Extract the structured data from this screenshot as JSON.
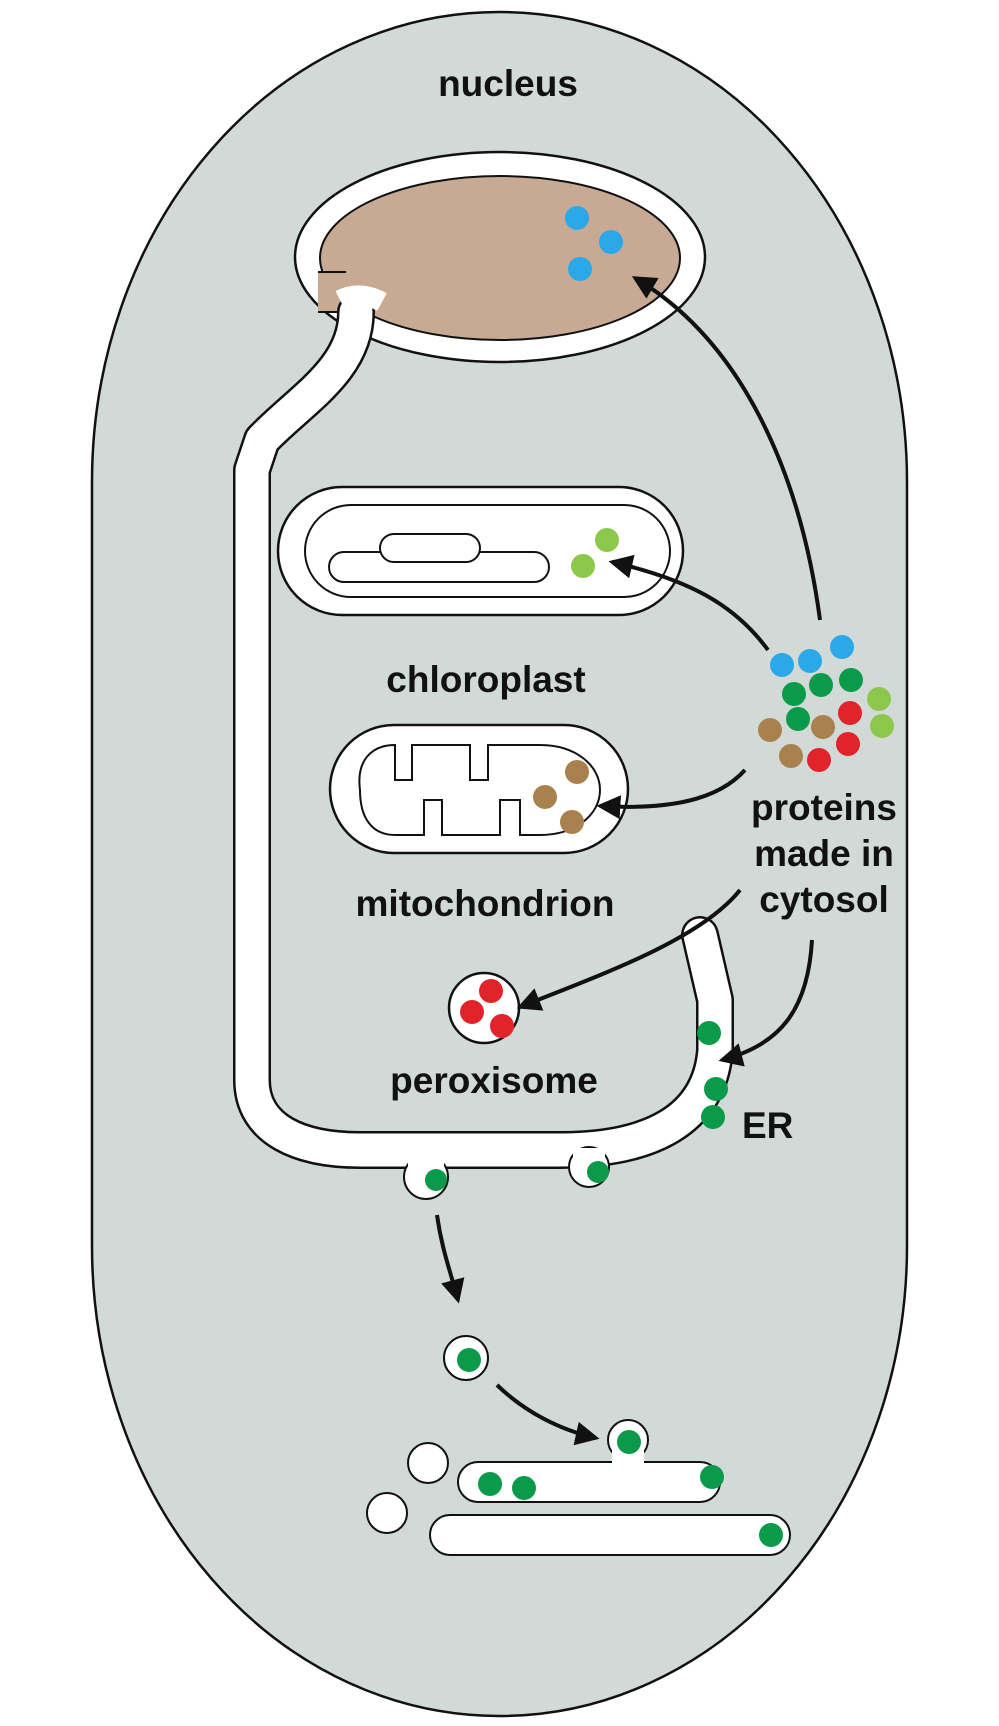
{
  "labels": {
    "nucleus": "nucleus",
    "chloroplast": "chloroplast",
    "mitochondrion": "mitochondrion",
    "proteins_line1": "proteins",
    "proteins_line2": "made in",
    "proteins_line3": "cytosol",
    "peroxisome": "peroxisome",
    "er": "ER"
  },
  "colors": {
    "cytosol": "#d2dad7",
    "nucleus_interior": "#c8a994",
    "nuclear_protein": "#2aa8e8",
    "chloroplast_protein": "#8cc84b",
    "mitochondrial_protein": "#a8814f",
    "peroxisomal_protein": "#e2232a",
    "er_protein": "#0a9a4a",
    "arrow": "#111111"
  }
}
